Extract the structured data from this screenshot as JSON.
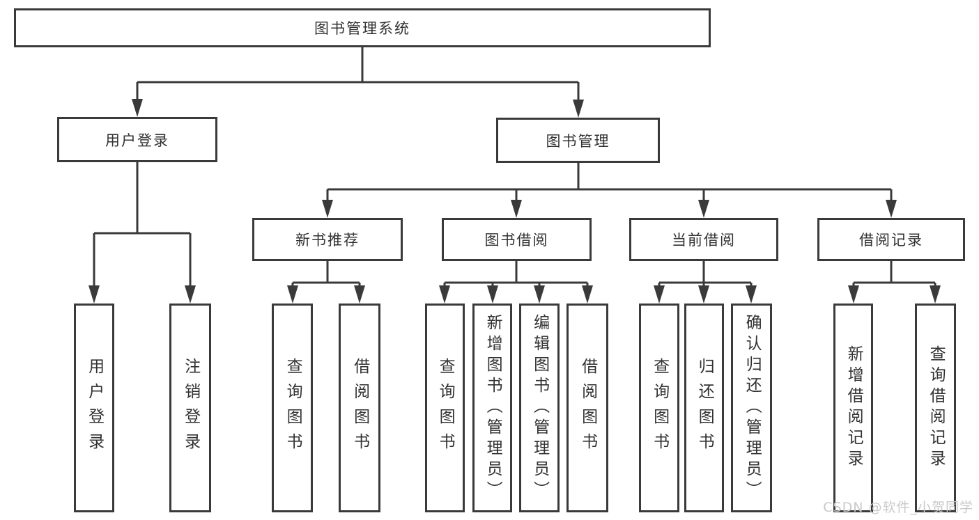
{
  "tree": {
    "label": "图书管理系统",
    "children": [
      {
        "label": "用户登录",
        "children": [
          {
            "label": "用户登录"
          },
          {
            "label": "注销登录"
          }
        ]
      },
      {
        "label": "图书管理",
        "children": [
          {
            "label": "新书推荐",
            "children": [
              {
                "label": "查询图书"
              },
              {
                "label": "借阅图书"
              }
            ]
          },
          {
            "label": "图书借阅",
            "children": [
              {
                "label": "查询图书"
              },
              {
                "label": "新增图书（管理员）"
              },
              {
                "label": "编辑图书（管理员）"
              },
              {
                "label": "借阅图书"
              }
            ]
          },
          {
            "label": "当前借阅",
            "children": [
              {
                "label": "查询图书"
              },
              {
                "label": "归还图书"
              },
              {
                "label": "确认归还（管理员）"
              }
            ]
          },
          {
            "label": "借阅记录",
            "children": [
              {
                "label": "新增借阅记录"
              },
              {
                "label": "查询借阅记录"
              }
            ]
          }
        ]
      }
    ]
  },
  "watermark": {
    "text": "CSDN @软件_小贺同学"
  },
  "colors": {
    "line": "#3a3a3a",
    "text": "#323232",
    "watermark": "#c9c9c9",
    "background": "#ffffff"
  }
}
